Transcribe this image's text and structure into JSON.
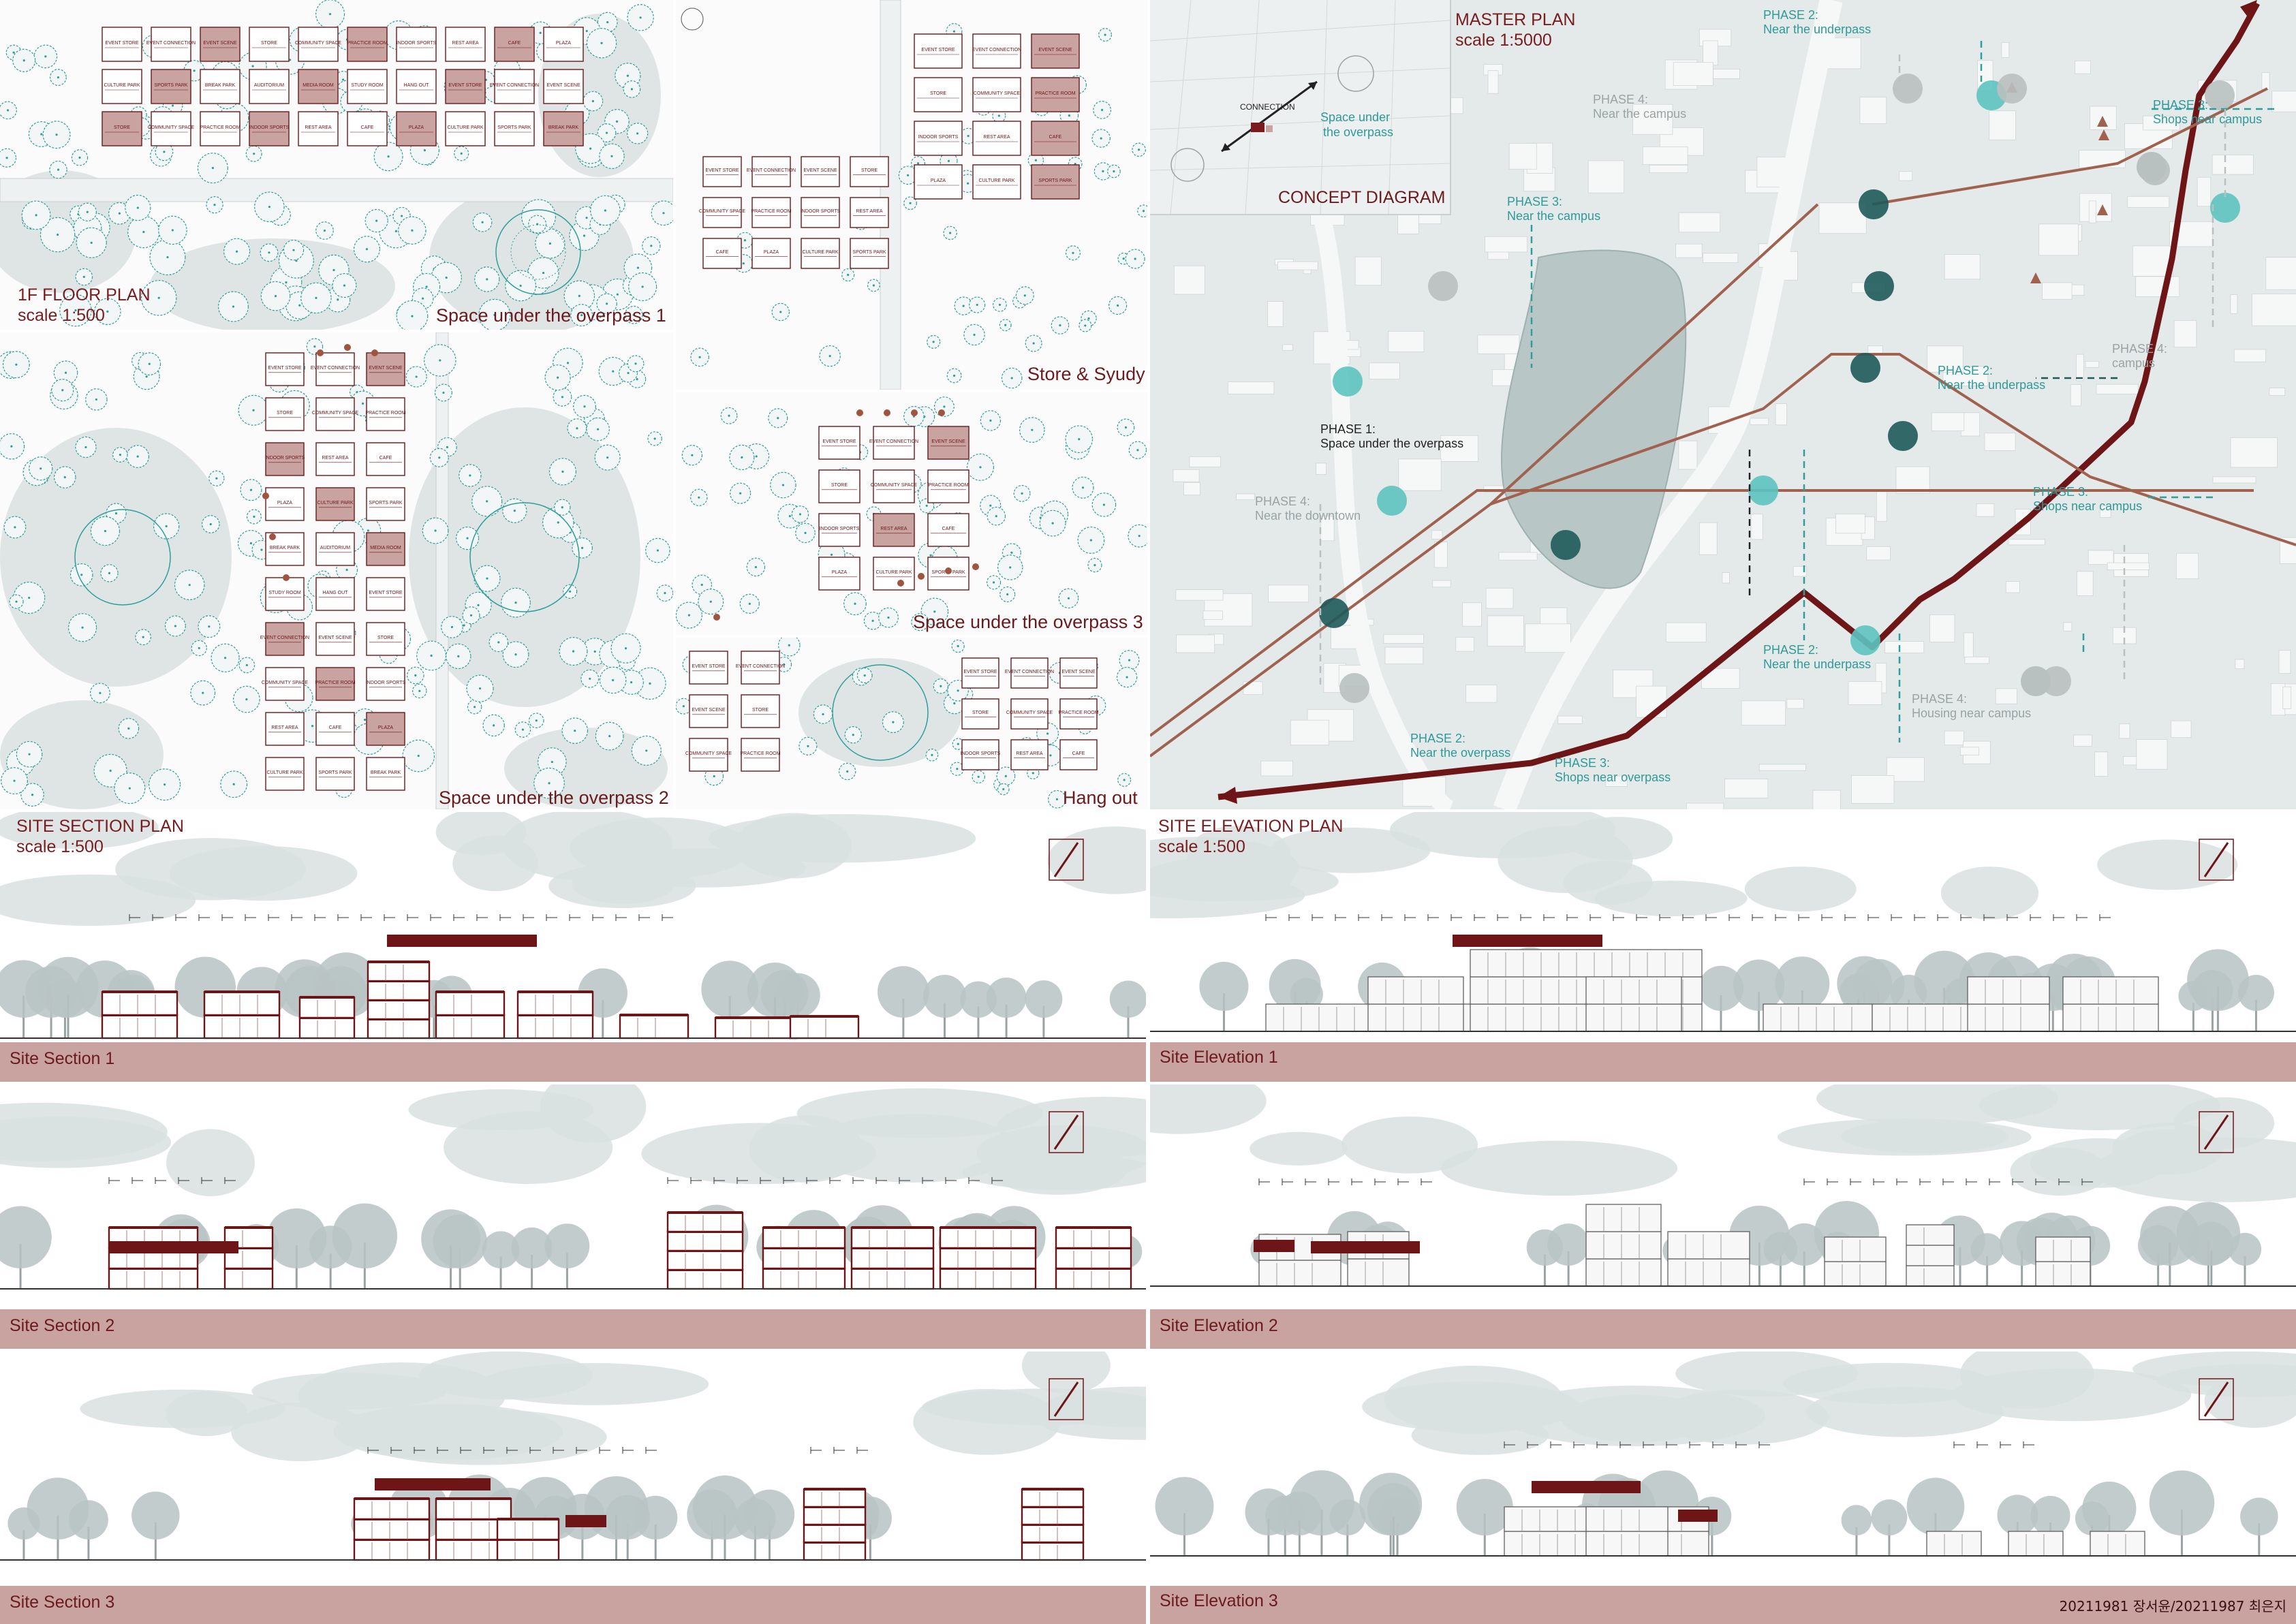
{
  "plans": {
    "main_title": "1F FLOOR PLAN",
    "main_scale": "scale 1:500",
    "p1": "Space under the overpass 1",
    "p2": "Space under the overpass 2",
    "p3": "Space under the overpass 3",
    "p4": "Store & Syudy",
    "p5": "Hang out"
  },
  "master": {
    "title": "MASTER PLAN",
    "scale": "scale 1:5000",
    "concept_title": "CONCEPT DIAGRAM",
    "concept_connection": "CONNECTION",
    "concept_note": [
      "Space under",
      "the overpass"
    ],
    "phases": [
      {
        "t": "PHASE 2:",
        "s": "Near the underpass",
        "k": "teal"
      },
      {
        "t": "PHASE 4:",
        "s": "Near the campus",
        "k": "gray"
      },
      {
        "t": "PHASE 3:",
        "s": "Shops near campus",
        "k": "teal"
      },
      {
        "t": "PHASE 3:",
        "s": "Near the campus",
        "k": "teal"
      },
      {
        "t": "PHASE 2:",
        "s": "Near the underpass",
        "k": "teal"
      },
      {
        "t": "PHASE 4:",
        "s": "campus",
        "k": "gray"
      },
      {
        "t": "PHASE 1:",
        "s": "Space under the overpass",
        "k": "dark"
      },
      {
        "t": "PHASE 4:",
        "s": "Near the downtown",
        "k": "gray"
      },
      {
        "t": "PHASE 3:",
        "s": "Shops near campus",
        "k": "teal"
      },
      {
        "t": "PHASE 2:",
        "s": "Near the underpass",
        "k": "teal"
      },
      {
        "t": "PHASE 4:",
        "s": "Housing near campus",
        "k": "gray"
      },
      {
        "t": "PHASE 2:",
        "s": "Near the overpass",
        "k": "teal"
      },
      {
        "t": "PHASE 3:",
        "s": "Shops near overpass",
        "k": "teal"
      }
    ]
  },
  "section": {
    "title": "SITE SECTION PLAN",
    "scale": "scale 1:500",
    "labels": [
      "Site Section 1",
      "Site Section 2",
      "Site Section 3"
    ]
  },
  "elevation": {
    "title": "SITE ELEVATION PLAN",
    "scale": "scale 1:500",
    "labels": [
      "Site Elevation 1",
      "Site Elevation 2",
      "Site Elevation 3"
    ]
  },
  "room_labels": [
    "EVENT STORE",
    "EVENT CONNECTION",
    "EVENT SCENE",
    "STORE",
    "COMMUNITY SPACE",
    "PRACTICE ROOM",
    "INDOOR SPORTS",
    "REST AREA",
    "CAFE",
    "PLAZA",
    "CULTURE PARK",
    "SPORTS PARK",
    "BREAK PARK",
    "AUDITORIUM",
    "MEDIA ROOM",
    "STUDY ROOM",
    "HANG OUT"
  ],
  "credit": "20211981 장서윤/20211987 최은지",
  "colors": {
    "maroon": "#6e1518",
    "teal": "#2e9e9b",
    "tealDark": "#1f5a5a",
    "rose": "#c9a3a0",
    "gray": "#c7cfcf"
  }
}
